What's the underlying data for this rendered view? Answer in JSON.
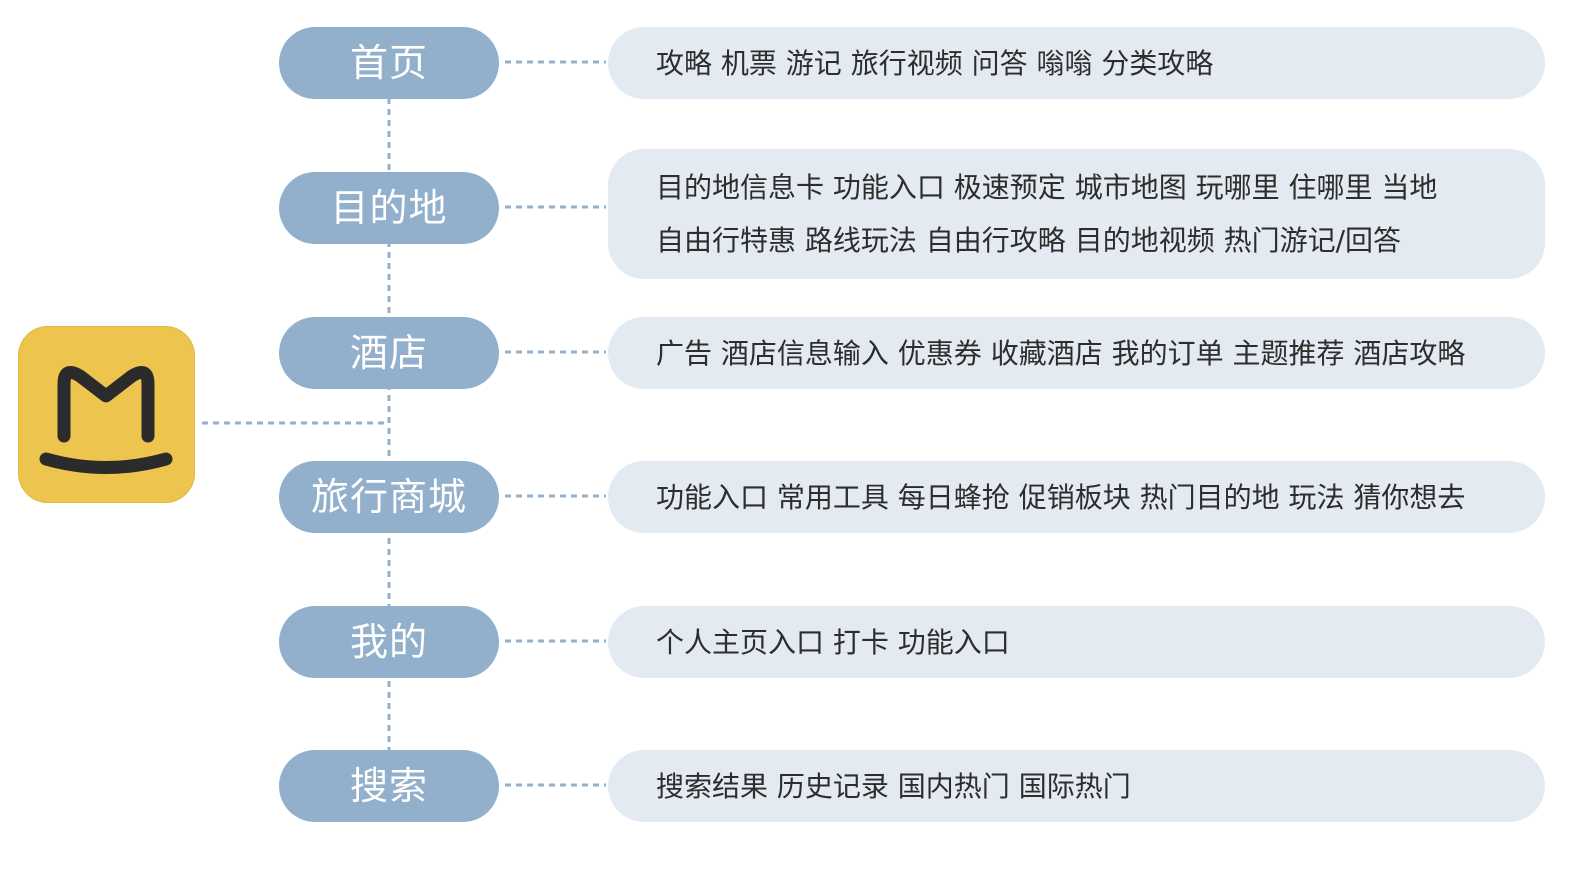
{
  "app": {
    "icon_name": "mafengwo-app-icon",
    "icon_color": "#ecc44e",
    "icon_mark_color": "#2b2b2b"
  },
  "colors": {
    "pill": "#92b0cb",
    "detail_bg": "#e4eaf1",
    "connector": "#92b0cb"
  },
  "sections": [
    {
      "label": "首页",
      "lines": [
        "攻略 机票 游记 旅行视频 问答 嗡嗡 分类攻略"
      ]
    },
    {
      "label": "目的地",
      "lines": [
        "目的地信息卡 功能入口 极速预定 城市地图 玩哪里 住哪里 当地",
        "自由行特惠 路线玩法 自由行攻略 目的地视频 热门游记/回答"
      ]
    },
    {
      "label": "酒店",
      "lines": [
        "广告 酒店信息输入 优惠券 收藏酒店 我的订单 主题推荐 酒店攻略"
      ]
    },
    {
      "label": "旅行商城",
      "lines": [
        "功能入口 常用工具 每日蜂抢 促销板块 热门目的地 玩法 猜你想去"
      ]
    },
    {
      "label": "我的",
      "lines": [
        "个人主页入口 打卡 功能入口"
      ]
    },
    {
      "label": "搜索",
      "lines": [
        "搜索结果 历史记录 国内热门 国际热门"
      ]
    }
  ]
}
